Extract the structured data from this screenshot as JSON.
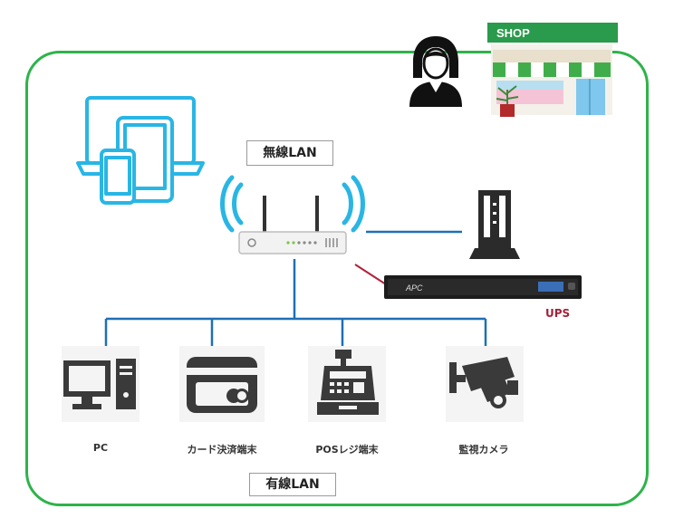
{
  "shop": {
    "sign": "SHOP"
  },
  "wireless": {
    "label": "無線LAN"
  },
  "wired": {
    "label": "有線LAN"
  },
  "ups": {
    "label": "UPS",
    "brand": "APC"
  },
  "devices": [
    {
      "label": "PC",
      "icon": "pc-icon"
    },
    {
      "label": "カード決済端末",
      "icon": "card-terminal-icon"
    },
    {
      "label": "POSレジ端末",
      "icon": "pos-register-icon"
    },
    {
      "label": "監視カメラ",
      "icon": "security-camera-icon"
    }
  ],
  "colors": {
    "frame": "#2eb34a",
    "network_line": "#1f6fb5",
    "power_line": "#b0213a",
    "ups_label": "#a3213a",
    "device_icon": "#3a3a3a",
    "mobile_icon": "#29b6e4"
  }
}
